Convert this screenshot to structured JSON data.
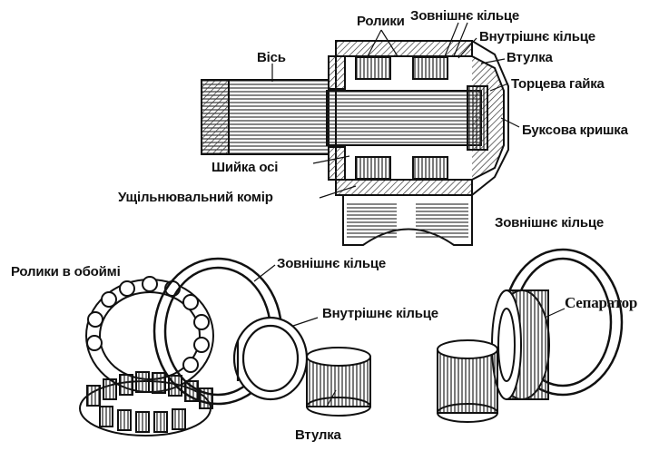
{
  "colors": {
    "ink": "#111111",
    "paper": "#ffffff",
    "hatch": "#444444"
  },
  "labels": {
    "rolyky": "Ролики",
    "zovnishnie_kiltse_top": "Зовнішнє кільце",
    "vnutrishnie_kiltse_top": "Внутрішнє кільце",
    "vis": "Вісь",
    "vtulka_top": "Втулка",
    "tortseva_haika": "Торцева гайка",
    "buksova_kryshka": "Буксова кришка",
    "shyika_osi": "Шийка осі",
    "ushchilniuvalnyi_komir": "Ущільнювальний комір",
    "zovnishnie_kiltse_right": "Зовнішнє кільце",
    "rolyky_v_oboimi": "Ролики в обоймі",
    "zovnishnie_kiltse_left": "Зовнішнє кільце",
    "vnutrishnie_kiltse_bottom": "Внутрішнє кільце",
    "separator": "Сепаратор",
    "vtulka_bottom": "Втулка"
  }
}
